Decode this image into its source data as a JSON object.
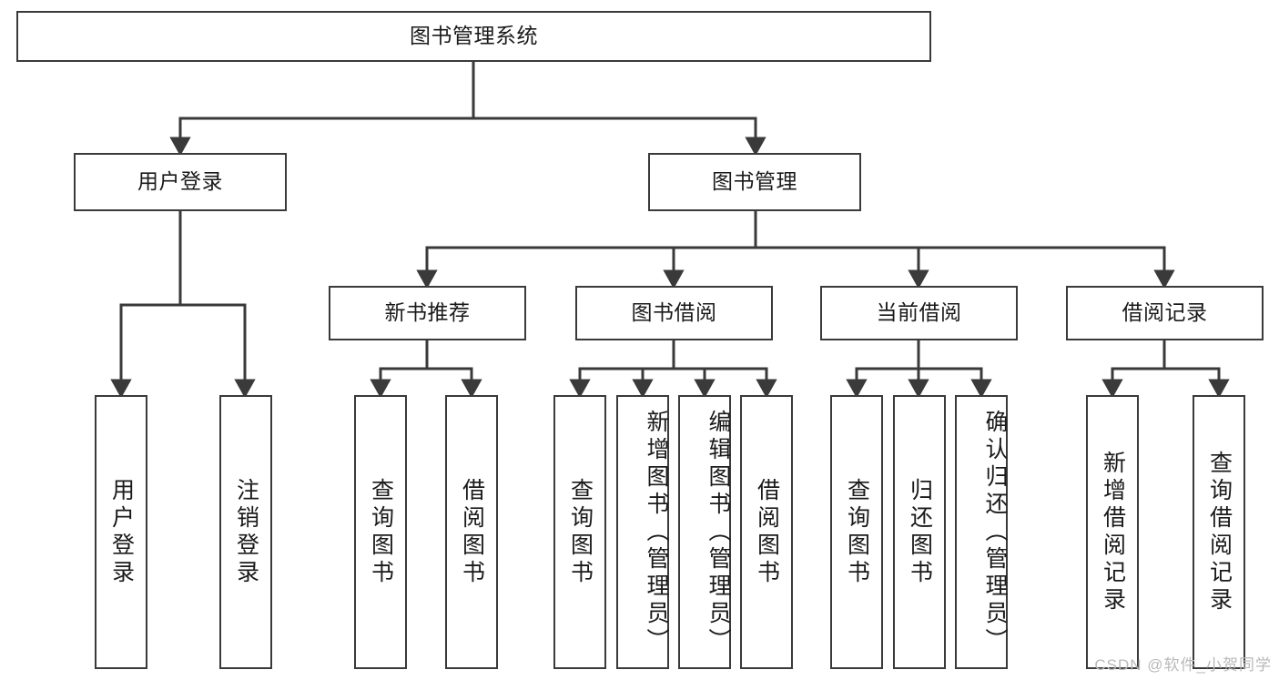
{
  "diagram": {
    "type": "tree",
    "title": "图书管理系统",
    "watermark": "CSDN @软件_小贺同学",
    "colors": {
      "box_border": "#3a3a3a",
      "box_fill": "#ffffff",
      "connector": "#3a3a3a",
      "text": "#1a1a1a",
      "watermark": "#b9b9b9",
      "background": "#ffffff"
    },
    "nodes": {
      "root": {
        "label": "图书管理系统"
      },
      "level2": [
        {
          "label": "用户登录"
        },
        {
          "label": "图书管理"
        }
      ],
      "level3": [
        {
          "label": "新书推荐"
        },
        {
          "label": "图书借阅"
        },
        {
          "label": "当前借阅"
        },
        {
          "label": "借阅记录"
        }
      ],
      "leaves": {
        "user_login": [
          {
            "label": "用户登录"
          },
          {
            "label": "注销登录"
          }
        ],
        "new_book": [
          {
            "label": "查询图书"
          },
          {
            "label": "借阅图书"
          }
        ],
        "book_borrow": [
          {
            "label": "查询图书"
          },
          {
            "label": "新增图书（管理员）"
          },
          {
            "label": "编辑图书（管理员）"
          },
          {
            "label": "借阅图书"
          }
        ],
        "current_borrow": [
          {
            "label": "查询图书"
          },
          {
            "label": "归还图书"
          },
          {
            "label": "确认归还（管理员）"
          }
        ],
        "borrow_record": [
          {
            "label": "新增借阅记录"
          },
          {
            "label": "查询借阅记录"
          }
        ]
      }
    }
  }
}
